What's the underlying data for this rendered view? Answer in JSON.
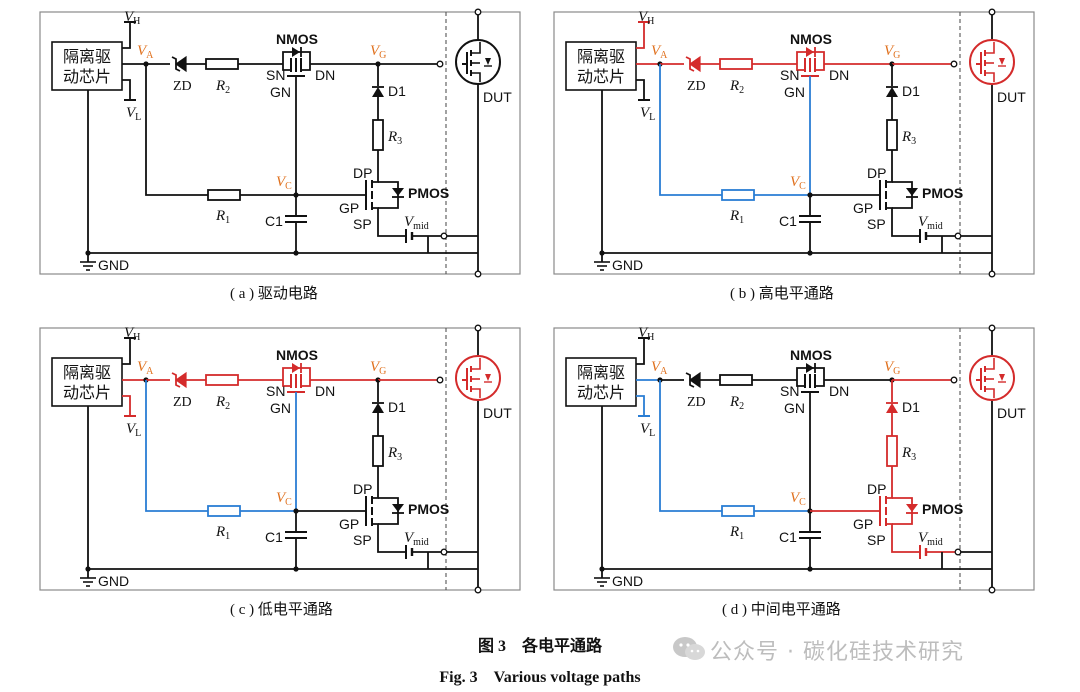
{
  "panels": [
    {
      "id": "a",
      "caption": "( a ) 驱动电路",
      "colors": {
        "h": "#111111",
        "va": "#111111",
        "vl": "#111111",
        "zd": "#111111",
        "r2": "#111111",
        "nmos": "#111111",
        "vg": "#111111",
        "dut": "#111111",
        "gn": "#111111",
        "r1": "#111111",
        "lft": "#111111",
        "c1": "#111111",
        "d1": "#111111",
        "r3": "#111111",
        "pmos": "#111111",
        "vmid": "#111111"
      }
    },
    {
      "id": "b",
      "caption": "( b ) 高电平通路",
      "colors": {
        "h": "#d42b2b",
        "va": "#d42b2b",
        "vl": "#111111",
        "zd": "#d42b2b",
        "r2": "#d42b2b",
        "nmos": "#d42b2b",
        "vg": "#d42b2b",
        "dut": "#d42b2b",
        "gn": "#2a7dd4",
        "r1": "#2a7dd4",
        "lft": "#2a7dd4",
        "c1": "#111111",
        "d1": "#111111",
        "r3": "#111111",
        "pmos": "#111111",
        "vmid": "#111111"
      }
    },
    {
      "id": "c",
      "caption": "( c ) 低电平通路",
      "colors": {
        "h": "#111111",
        "va": "#d42b2b",
        "vl": "#d42b2b",
        "zd": "#d42b2b",
        "r2": "#d42b2b",
        "nmos": "#d42b2b",
        "vg": "#d42b2b",
        "dut": "#d42b2b",
        "gn": "#2a7dd4",
        "r1": "#2a7dd4",
        "lft": "#2a7dd4",
        "c1": "#111111",
        "d1": "#111111",
        "r3": "#111111",
        "pmos": "#111111",
        "vmid": "#111111"
      }
    },
    {
      "id": "d",
      "caption": "( d ) 中间电平通路",
      "colors": {
        "h": "#111111",
        "va": "#2a7dd4",
        "vl": "#2a7dd4",
        "zd": "#111111",
        "r2": "#111111",
        "nmos": "#111111",
        "vg": "#d42b2b",
        "dut": "#d42b2b",
        "gn": "#111111",
        "r1": "#2a7dd4",
        "lft": "#2a7dd4",
        "c1": "#111111",
        "d1": "#d42b2b",
        "r3": "#d42b2b",
        "pmos": "#d42b2b",
        "vmid": "#d42b2b"
      }
    }
  ],
  "labels": {
    "driver_line1": "隔离驱",
    "driver_line2": "动芯片",
    "vh_main": "V",
    "vh_sub": "H",
    "vl_main": "V",
    "vl_sub": "L",
    "va_main": "V",
    "va_sub": "A",
    "vg_main": "V",
    "vg_sub": "G",
    "vc_main": "V",
    "vc_sub": "C",
    "vmid_main": "V",
    "vmid_sub": "mid",
    "zd": "ZD",
    "r2_main": "R",
    "r2_sub": "2",
    "r1_main": "R",
    "r1_sub": "1",
    "r3_main": "R",
    "r3_sub": "3",
    "nmos": "NMOS",
    "sn": "SN",
    "dn": "DN",
    "gn": "GN",
    "d1": "D1",
    "dp": "DP",
    "pmos": "PMOS",
    "gp": "GP",
    "sp": "SP",
    "c1": "C1",
    "dut": "DUT",
    "gnd": "GND"
  },
  "figure_caption_cn": "图 3　各电平通路",
  "figure_caption_en": "Fig. 3　Various voltage paths",
  "watermark": "公众号 · 碳化硅技术研究",
  "node_label_color": "#e0711e"
}
